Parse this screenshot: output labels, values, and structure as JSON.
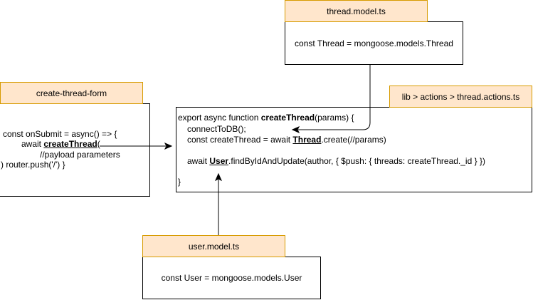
{
  "thread_model": {
    "tag": "thread.model.ts",
    "code": "const Thread = mongoose.models.Thread"
  },
  "form": {
    "tag": "create-thread-form",
    "line1": "const onSubmit = async() => {",
    "line2_prefix": "await ",
    "line2_fn": "createThread",
    "line2_suffix": "(",
    "line3": "//payload parameters",
    "line4": ") router.push('/') }"
  },
  "actions": {
    "tag": "lib > actions > thread.actions.ts",
    "line1_prefix": "export async function ",
    "line1_fn": "createThread",
    "line1_suffix": "(params) {",
    "line2": "connectToDB();",
    "line3_prefix": "const createThread = await ",
    "line3_model": "Thread",
    "line3_suffix": ".create(//params)",
    "line4_prefix": "await ",
    "line4_model": "User",
    "line4_suffix": ".findByIdAndUpdate(author, { $push: { threads: createThread._id } })",
    "line5": "}"
  },
  "user_model": {
    "tag": "user.model.ts",
    "code": "const User = mongoose.models.User"
  }
}
